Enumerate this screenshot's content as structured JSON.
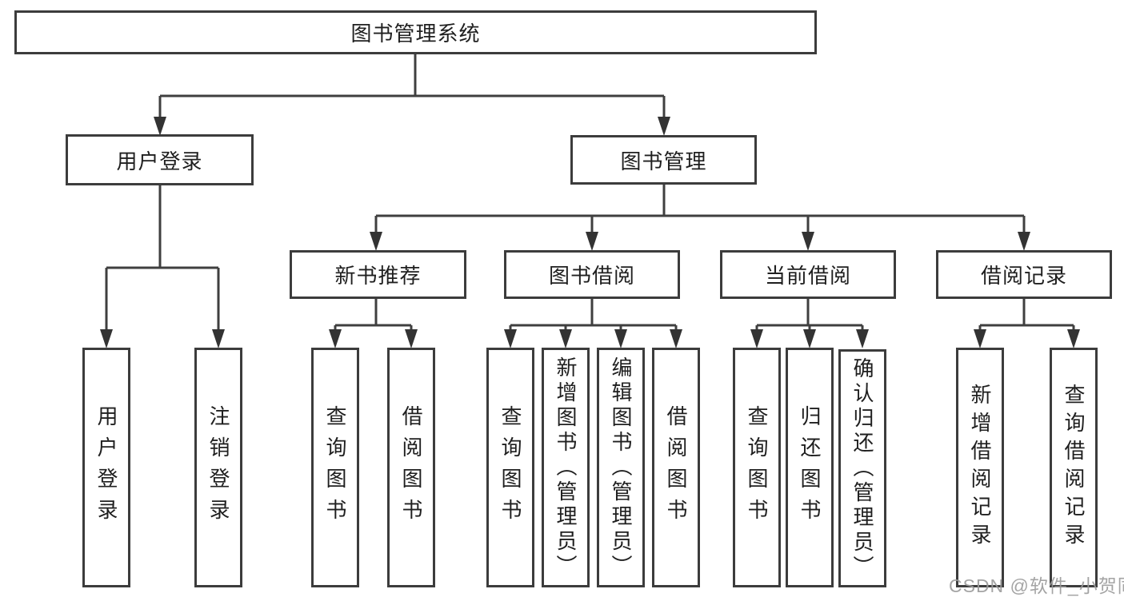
{
  "title": "图书管理系统",
  "watermark": "CSDN @软件_小贺同学",
  "colors": {
    "line": "#3f3f3f",
    "border": "#3c3c3c",
    "text": "#1f1f1f",
    "watermark": "#9b9b9b",
    "background": "#ffffff"
  },
  "tree": {
    "root": {
      "label": "图书管理系统"
    },
    "branches": [
      {
        "label": "用户登录",
        "children": [
          {
            "label": "用户登录"
          },
          {
            "label": "注销登录"
          }
        ]
      },
      {
        "label": "图书管理",
        "groups": [
          {
            "label": "新书推荐",
            "children": [
              {
                "label": "查询图书"
              },
              {
                "label": "借阅图书"
              }
            ]
          },
          {
            "label": "图书借阅",
            "children": [
              {
                "label": "查询图书"
              },
              {
                "label": "新增图书（管理员）"
              },
              {
                "label": "编辑图书（管理员）"
              },
              {
                "label": "借阅图书"
              }
            ]
          },
          {
            "label": "当前借阅",
            "children": [
              {
                "label": "查询图书"
              },
              {
                "label": "归还图书"
              },
              {
                "label": "确认归还（管理员）"
              }
            ]
          },
          {
            "label": "借阅记录",
            "children": [
              {
                "label": "新增借阅记录"
              },
              {
                "label": "查询借阅记录"
              }
            ]
          }
        ]
      }
    ]
  }
}
